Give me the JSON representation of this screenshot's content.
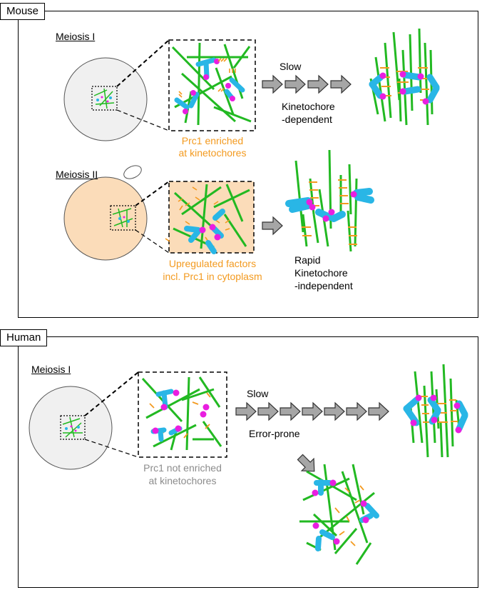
{
  "panels": {
    "mouse": {
      "tab_label": "Mouse",
      "meiosis1": {
        "title": "Meiosis I",
        "note_line1": "Prc1 enriched",
        "note_line2": "at kinetochores",
        "speed": "Slow",
        "mode_line1": "Kinetochore",
        "mode_line2": "-dependent"
      },
      "meiosis2": {
        "title": "Meiosis II",
        "note_line1": "Upregulated factors",
        "note_line2": "incl. Prc1 in cytoplasm",
        "speed": "Rapid",
        "mode_line1": "Kinetochore",
        "mode_line2": "-independent"
      }
    },
    "human": {
      "tab_label": "Human",
      "meiosis1": {
        "title": "Meiosis I",
        "note_line1": "Prc1 not enriched",
        "note_line2": "at kinetochores",
        "speed": "Slow",
        "error": "Error-prone"
      }
    }
  },
  "colors": {
    "microtubule": "#22b922",
    "prc1": "#f39a1f",
    "chromosome": "#29b6e6",
    "kinetochore": "#e91ee0",
    "meiosis2_cytoplasm": "#fbdcb9",
    "oocyte": "#f0f0f0",
    "arrow": "#a6a6a6"
  }
}
